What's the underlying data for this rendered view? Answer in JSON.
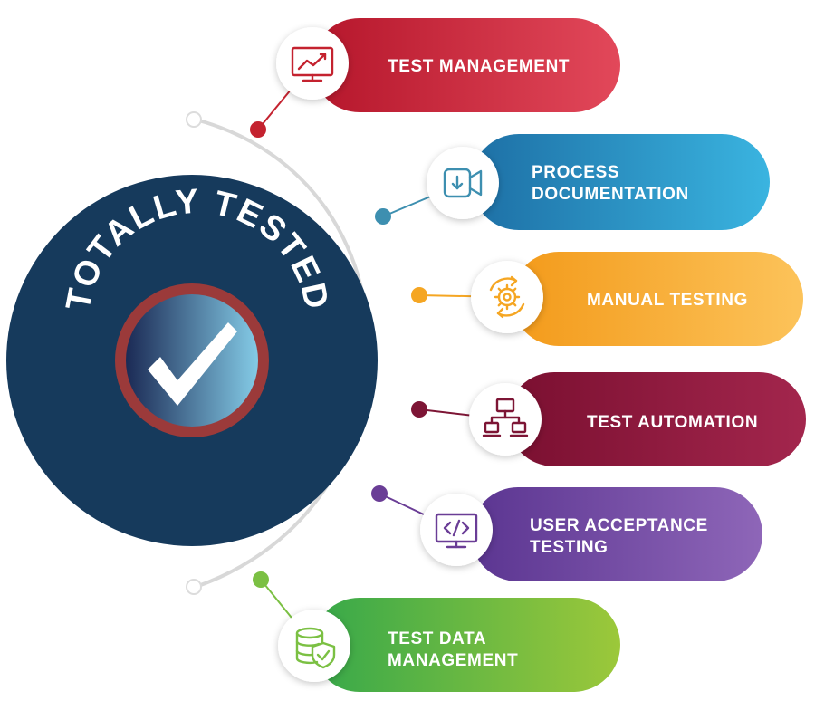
{
  "hub": {
    "title": "TOTALLY TESTED",
    "check_icon": "checkmark-icon"
  },
  "colors": {
    "hub_fill": "#163a5c",
    "ring": "#9b3a3a",
    "arc": "#d8d8d8"
  },
  "items": [
    {
      "id": "test-management",
      "lines": [
        "TEST MANAGEMENT"
      ],
      "icon": "monitor-chart-icon",
      "color_start": "#b5162b",
      "color_end": "#e2485a",
      "dot": "#c4222f"
    },
    {
      "id": "process-documentation",
      "lines": [
        "PROCESS",
        "DOCUMENTATION"
      ],
      "icon": "video-download-icon",
      "color_start": "#1d6fa5",
      "color_end": "#3ab4e0",
      "dot": "#3d8fb0"
    },
    {
      "id": "manual-testing",
      "lines": [
        "MANUAL TESTING"
      ],
      "icon": "gear-refresh-icon",
      "color_start": "#f39a1a",
      "color_end": "#fcc35a",
      "dot": "#f5a623"
    },
    {
      "id": "test-automation",
      "lines": [
        "TEST AUTOMATION"
      ],
      "icon": "network-computers-icon",
      "color_start": "#7a0f30",
      "color_end": "#a3264d",
      "dot": "#7d1535"
    },
    {
      "id": "user-acceptance-testing",
      "lines": [
        "USER ACCEPTANCE",
        "TESTING"
      ],
      "icon": "monitor-code-icon",
      "color_start": "#5b3591",
      "color_end": "#8e66b8",
      "dot": "#6a3d96"
    },
    {
      "id": "test-data-management",
      "lines": [
        "TEST DATA",
        "MANAGEMENT"
      ],
      "icon": "database-shield-icon",
      "color_start": "#36a84a",
      "color_end": "#9cc83a",
      "dot": "#7bc043"
    }
  ]
}
